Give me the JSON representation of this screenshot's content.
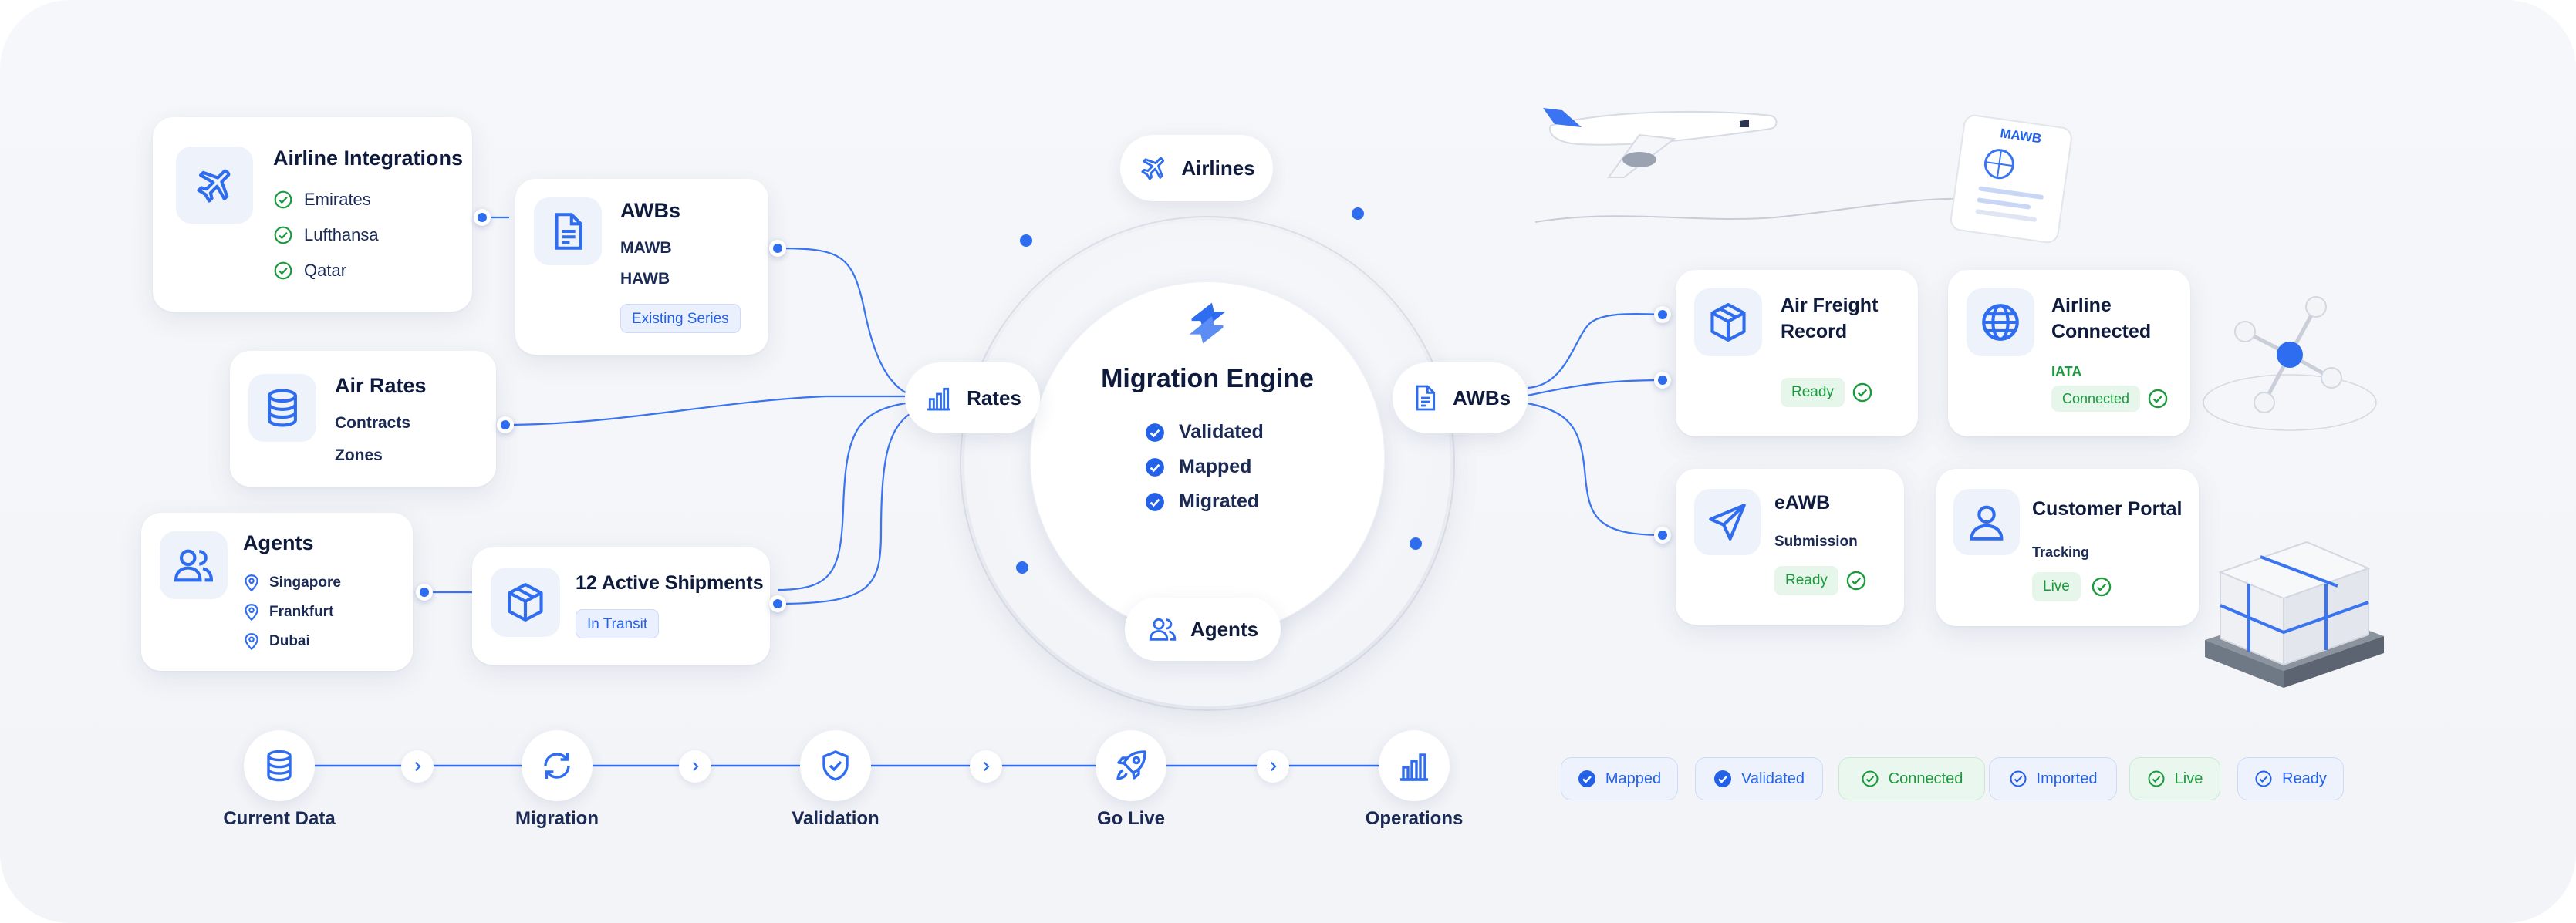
{
  "engine": {
    "title": "Migration Engine",
    "checks": [
      "Validated",
      "Mapped",
      "Migrated"
    ]
  },
  "hubs": {
    "airlines": "Airlines",
    "rates": "Rates",
    "awbs": "AWBs",
    "agents": "Agents"
  },
  "left_cards": {
    "airline_integrations": {
      "title": "Airline Integrations",
      "items": [
        "Emirates",
        "Lufthansa",
        "Qatar"
      ]
    },
    "awbs": {
      "title": "AWBs",
      "lines": [
        "MAWB",
        "HAWB"
      ],
      "badge": "Existing Series"
    },
    "air_rates": {
      "title": "Air Rates",
      "lines": [
        "Contracts",
        "Zones"
      ]
    },
    "agents": {
      "title": "Agents",
      "locations": [
        "Singapore",
        "Frankfurt",
        "Dubai"
      ]
    },
    "shipments": {
      "title": "12 Active Shipments",
      "badge": "In Transit"
    }
  },
  "right_cards": {
    "air_freight": {
      "title_lines": [
        "Air Freight",
        "Record"
      ],
      "status": "Ready"
    },
    "airline_connected": {
      "title_lines": [
        "Airline",
        "Connected"
      ],
      "sub": "IATA",
      "status": "Connected"
    },
    "eawb": {
      "title": "eAWB",
      "sub": "Submission",
      "status": "Ready"
    },
    "customer_portal": {
      "title": "Customer Portal",
      "sub": "Tracking",
      "status": "Live"
    }
  },
  "document": {
    "label": "MAWB"
  },
  "pipeline": [
    "Current Data",
    "Migration",
    "Validation",
    "Go Live",
    "Operations"
  ],
  "legend": [
    {
      "label": "Mapped",
      "tone": "blue"
    },
    {
      "label": "Validated",
      "tone": "blue"
    },
    {
      "label": "Connected",
      "tone": "green"
    },
    {
      "label": "Imported",
      "tone": "blue"
    },
    {
      "label": "Live",
      "tone": "green"
    },
    {
      "label": "Ready",
      "tone": "blue"
    }
  ],
  "colors": {
    "accent": "#2f6df0",
    "success": "#1a9a3c",
    "text": "#0f1b3d"
  },
  "icons": {
    "airline_integrations": "airplane-icon",
    "awbs": "document-icon",
    "air_rates": "database-icon",
    "agents": "users-icon",
    "shipments": "box-icon",
    "engine": "migration-arrows-icon",
    "air_freight": "box-icon",
    "airline_connected": "globe-icon",
    "eawb": "send-icon",
    "customer_portal": "user-icon",
    "pipeline": [
      "database-icon",
      "refresh-icon",
      "shield-check-icon",
      "rocket-icon",
      "bar-chart-icon"
    ]
  }
}
